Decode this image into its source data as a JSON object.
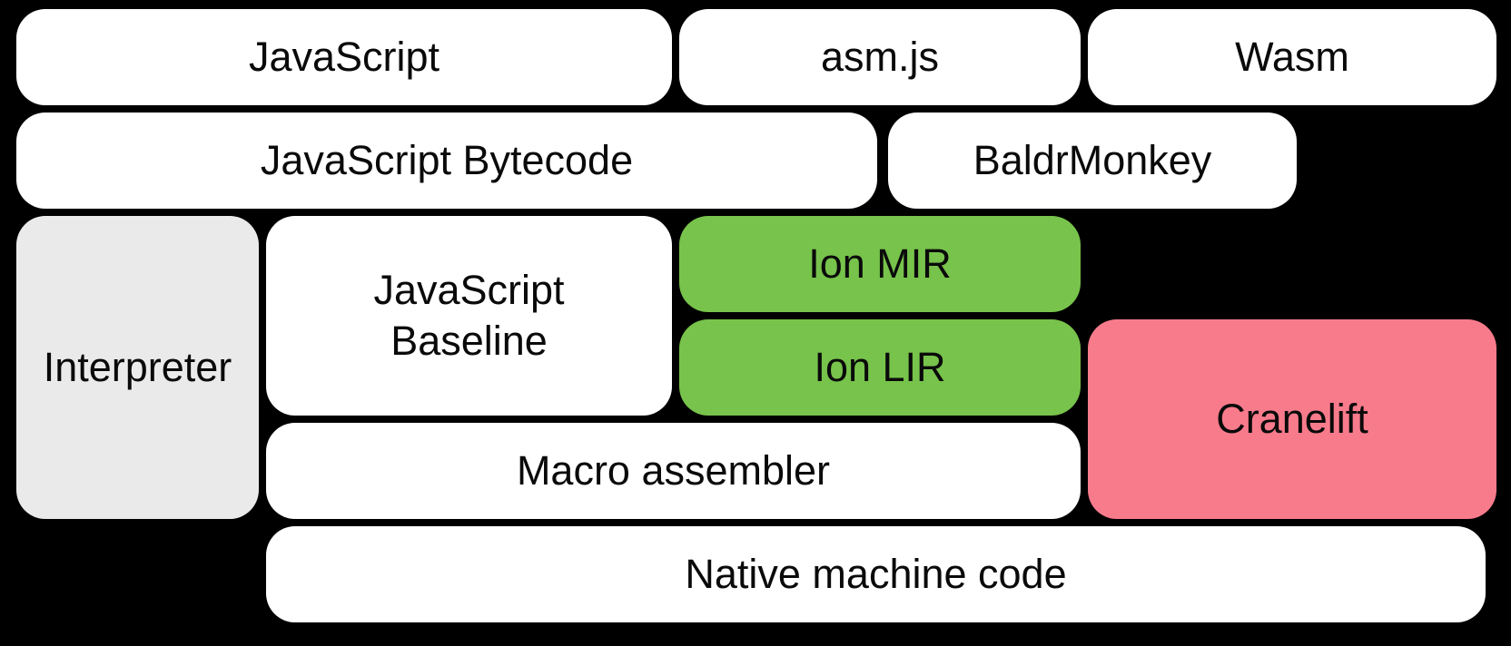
{
  "diagram": {
    "title": "JS engine compilation pipeline diagram",
    "background_color": "#000000",
    "text_color": "#0a0a0a",
    "colors": {
      "default_box": "#ffffff",
      "interpreter_box": "#eaeaea",
      "ion_box": "#77c34b",
      "cranelift_box": "#f87b8c"
    },
    "boxes": {
      "javascript": {
        "label": "JavaScript"
      },
      "asmjs": {
        "label": "asm.js"
      },
      "wasm": {
        "label": "Wasm"
      },
      "bytecode": {
        "label": "JavaScript Bytecode"
      },
      "baldrmonkey": {
        "label": "BaldrMonkey"
      },
      "interpreter": {
        "label": "Interpreter"
      },
      "baseline": {
        "label": "JavaScript Baseline",
        "line1": "JavaScript",
        "line2": "Baseline"
      },
      "ion_mir": {
        "label": "Ion MIR"
      },
      "ion_lir": {
        "label": "Ion LIR"
      },
      "cranelift": {
        "label": "Cranelift"
      },
      "macro_assembler": {
        "label": "Macro assembler"
      },
      "native": {
        "label": "Native machine code"
      }
    }
  }
}
